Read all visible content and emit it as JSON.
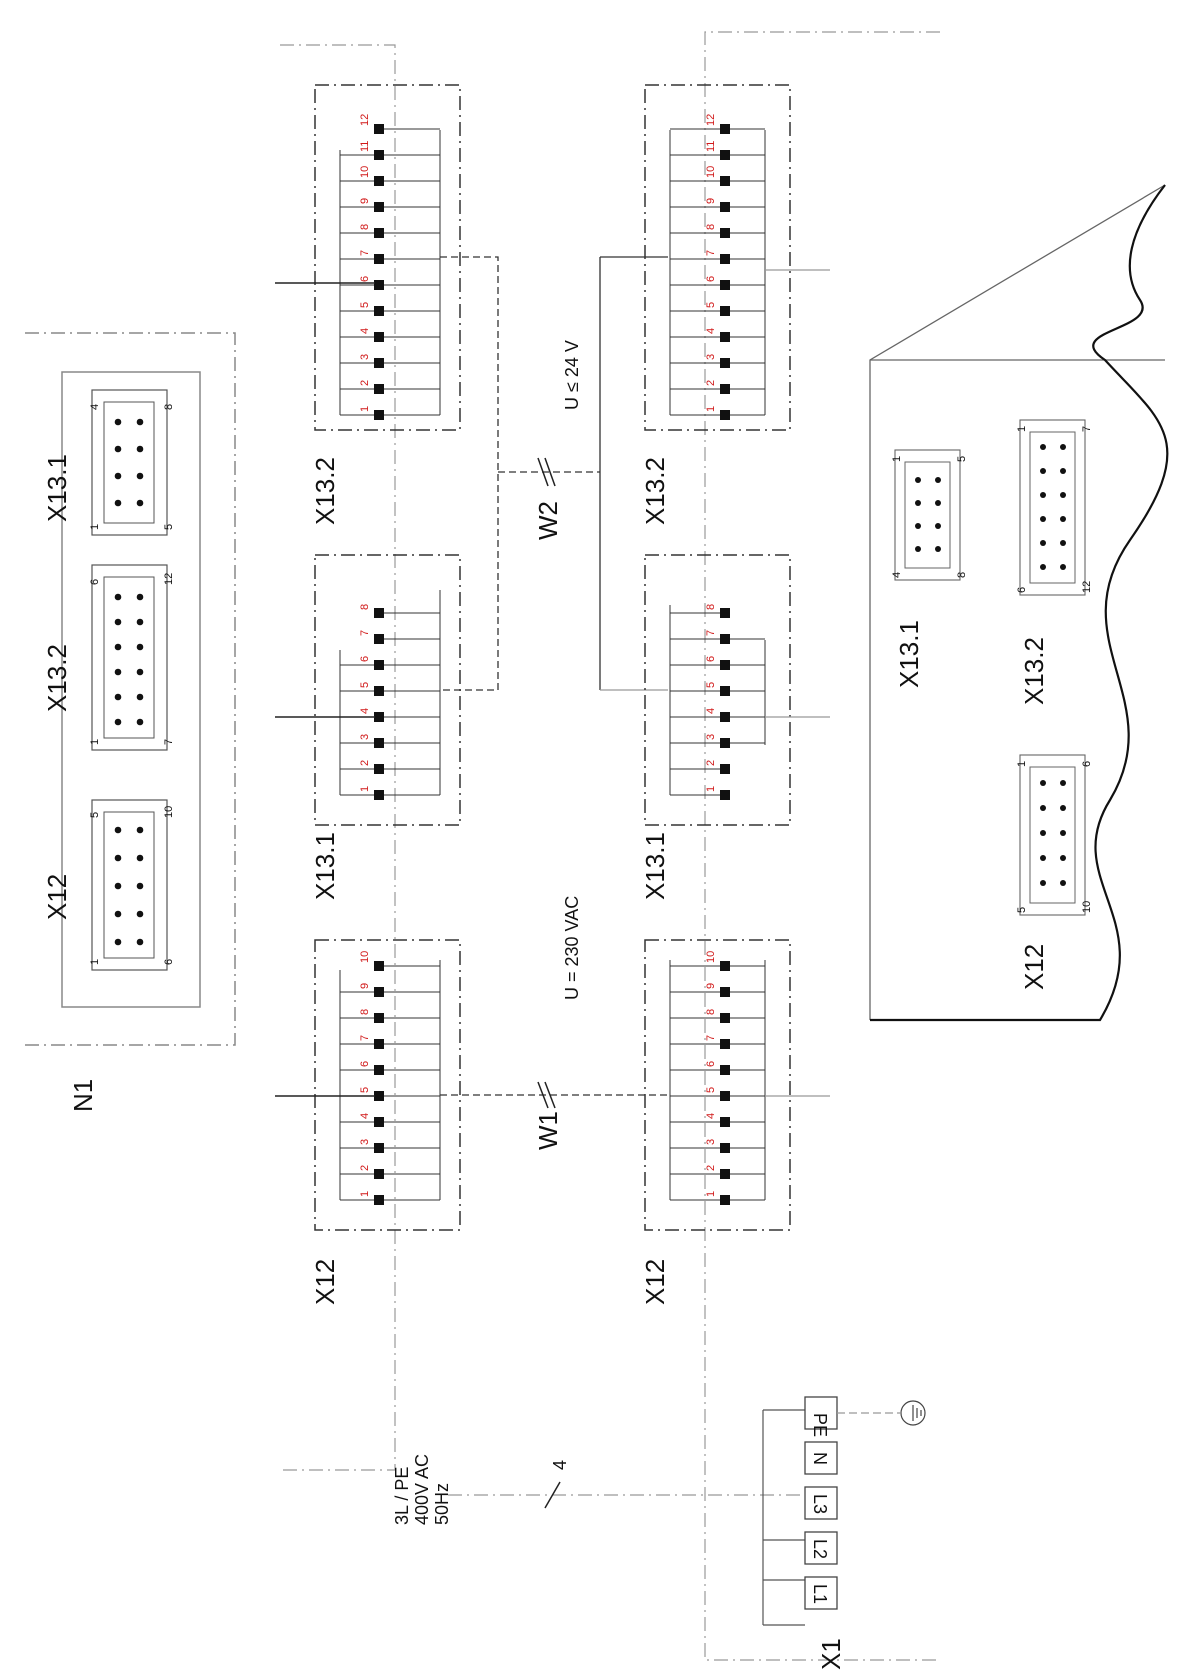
{
  "labels": {
    "n1": "N1",
    "x12": "X12",
    "x13_1": "X13.1",
    "x13_2": "X13.2",
    "w1": "W1",
    "w2": "W2",
    "u230": "U = 230 VAC",
    "u24": "U ≤ 24 V",
    "supply_line1": "3L / PE",
    "supply_line2": "400V AC",
    "supply_line3": "50Hz",
    "wire_count": "4",
    "x1": "X1"
  },
  "terminals": [
    "L1",
    "L2",
    "L3",
    "N",
    "PE"
  ],
  "colors": {
    "line": "#222222",
    "dim": "#888888",
    "accent": "#d11a1a"
  },
  "connectors": {
    "x12": {
      "corner_labels": [
        "1",
        "5",
        "6",
        "10"
      ],
      "rows": 5
    },
    "x13_2": {
      "corner_labels": [
        "1",
        "6",
        "7",
        "12"
      ],
      "rows": 6
    },
    "x13_1": {
      "corner_labels": [
        "1",
        "4",
        "5",
        "8"
      ],
      "rows": 4
    }
  },
  "strips": {
    "x12_pins": [
      "1",
      "2",
      "3",
      "4",
      "5",
      "6",
      "7",
      "8",
      "9",
      "10"
    ],
    "x13_1_pins": [
      "1",
      "2",
      "3",
      "4",
      "5",
      "6",
      "7",
      "8"
    ],
    "x13_2_pins": [
      "1",
      "2",
      "3",
      "4",
      "5",
      "6",
      "7",
      "8",
      "9",
      "10",
      "11",
      "12"
    ]
  }
}
